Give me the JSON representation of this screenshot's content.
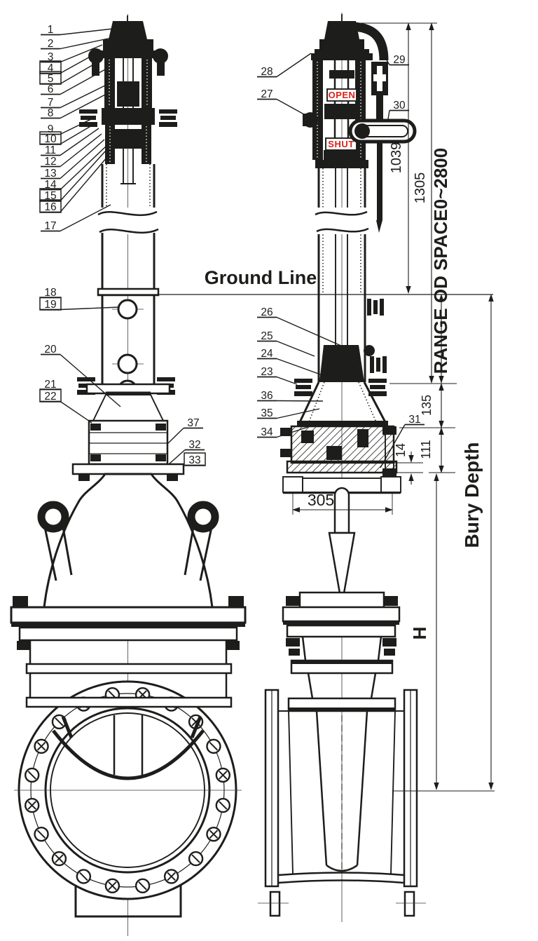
{
  "labels": {
    "ground_line": "Ground Line",
    "bury_depth": "Bury Depth",
    "height_symbol": "H",
    "indicator_open": "OPEN",
    "indicator_shut": "SHUT"
  },
  "dimensions": {
    "d1039": "1039",
    "d1305": "1305",
    "range": "RANGE OD SPACE0~2800",
    "d135": "135",
    "d111": "111",
    "d14": "14",
    "d305": "305"
  },
  "callouts": [
    {
      "n": "1",
      "boxed": false
    },
    {
      "n": "2",
      "boxed": false
    },
    {
      "n": "3",
      "boxed": false
    },
    {
      "n": "4",
      "boxed": true
    },
    {
      "n": "5",
      "boxed": true
    },
    {
      "n": "6",
      "boxed": false
    },
    {
      "n": "7",
      "boxed": false
    },
    {
      "n": "8",
      "boxed": false
    },
    {
      "n": "9",
      "boxed": false
    },
    {
      "n": "10",
      "boxed": true
    },
    {
      "n": "11",
      "boxed": false
    },
    {
      "n": "12",
      "boxed": false
    },
    {
      "n": "13",
      "boxed": false
    },
    {
      "n": "14",
      "boxed": false
    },
    {
      "n": "15",
      "boxed": true
    },
    {
      "n": "16",
      "boxed": true
    },
    {
      "n": "17",
      "boxed": false
    },
    {
      "n": "18",
      "boxed": false
    },
    {
      "n": "19",
      "boxed": true
    },
    {
      "n": "20",
      "boxed": false
    },
    {
      "n": "21",
      "boxed": false
    },
    {
      "n": "22",
      "boxed": true
    },
    {
      "n": "23",
      "boxed": false
    },
    {
      "n": "24",
      "boxed": false
    },
    {
      "n": "25",
      "boxed": false
    },
    {
      "n": "26",
      "boxed": false
    },
    {
      "n": "27",
      "boxed": false
    },
    {
      "n": "28",
      "boxed": false
    },
    {
      "n": "29",
      "boxed": false
    },
    {
      "n": "30",
      "boxed": false
    },
    {
      "n": "31",
      "boxed": false
    },
    {
      "n": "32",
      "boxed": false
    },
    {
      "n": "33",
      "boxed": true
    },
    {
      "n": "34",
      "boxed": false
    },
    {
      "n": "35",
      "boxed": false
    },
    {
      "n": "36",
      "boxed": false
    },
    {
      "n": "37",
      "boxed": false
    }
  ],
  "colors": {
    "line": "#1d1d1b",
    "indicator_red": "#df2118",
    "background": "#ffffff"
  }
}
